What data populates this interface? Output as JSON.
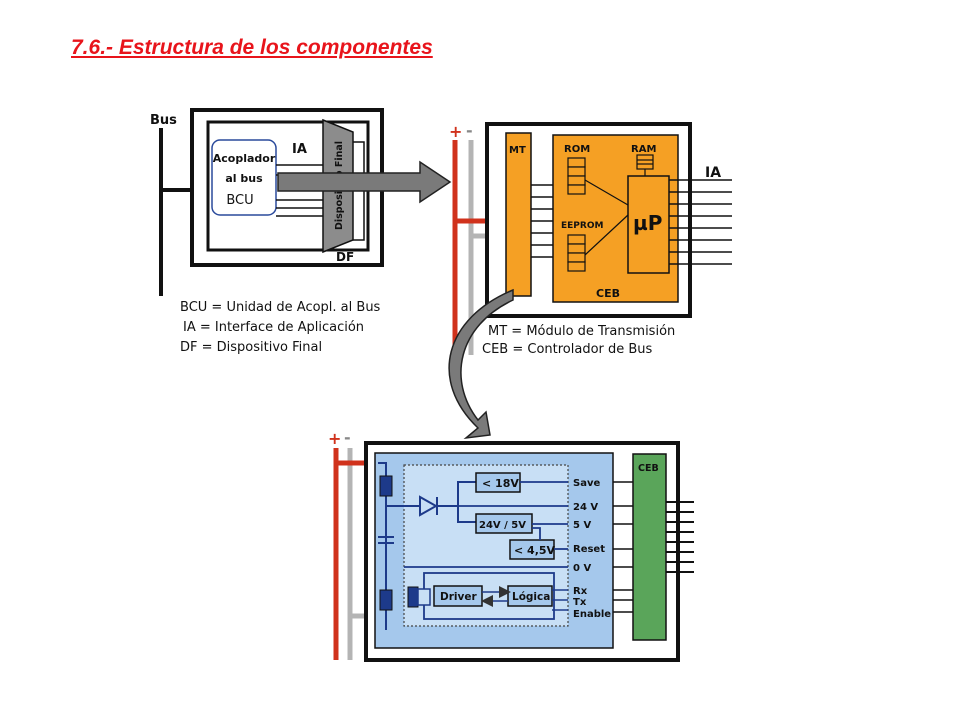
{
  "title": "7.6.- Estructura de los componentes",
  "colors": {
    "title": "#e8141b",
    "bus_plus": "#d0321c",
    "bus_minus": "#b4b4b4",
    "orange": "#f5a024",
    "green": "#5aa55a",
    "blue": "#a5c8ec",
    "arrow": "#7a7a7a"
  },
  "diagram1": {
    "bus_label": "Bus",
    "coupler_label_1": "Acoplador",
    "coupler_label_2": "al bus",
    "coupler_label_3": "BCU",
    "ia_label": "IA",
    "device_label": "Dispositivo Final",
    "df_label": "DF"
  },
  "legend1": [
    "BCU = Unidad de Acopl. al Bus",
    "IA = Interface de Aplicación",
    "DF = Dispositivo Final"
  ],
  "diagram2": {
    "plus": "+",
    "minus": "-",
    "mt_label": "MT",
    "rom_label": "ROM",
    "ram_label": "RAM",
    "eeprom_label": "EEPROM",
    "up_label": "µP",
    "ceb_label": "CEB",
    "ia_label": "IA"
  },
  "legend2": [
    "MT = Módulo de Transmisión",
    "CEB = Controlador de Bus"
  ],
  "diagram3": {
    "plus": "+",
    "minus": "-",
    "ceb_label": "CEB",
    "box_18v": "< 18V",
    "box_24v5v": "24V / 5V",
    "box_45v": "< 4,5V",
    "driver": "Driver",
    "logica": "Lógica",
    "signals": [
      "Save",
      "24 V",
      "5 V",
      "Reset",
      "0 V",
      "Rx",
      "Tx",
      "Enable"
    ]
  }
}
